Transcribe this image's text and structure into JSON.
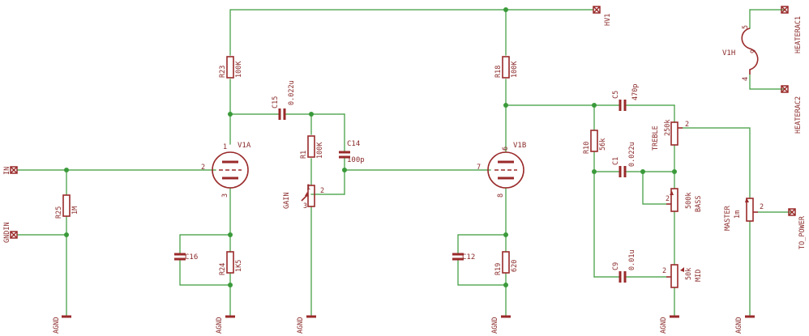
{
  "ports": {
    "in": "IN",
    "gndin": "GNDIN",
    "hv1": "HV1",
    "heaterac1": "HEATERAC1",
    "heaterac2": "HEATERAC2",
    "to_power": "TO_POWER"
  },
  "tubes": {
    "v1a": {
      "name": "V1A",
      "pins": [
        "1",
        "2",
        "3"
      ]
    },
    "v1b": {
      "name": "V1B",
      "pins": [
        "6",
        "7",
        "8"
      ]
    },
    "v1h": {
      "name": "V1H",
      "pins": [
        "5",
        "9",
        "4"
      ]
    }
  },
  "resistors": {
    "r23": {
      "name": "R23",
      "value": "100K"
    },
    "r25": {
      "name": "R25",
      "value": "1M"
    },
    "r1": {
      "name": "R1",
      "value": "100K"
    },
    "r24": {
      "name": "R24",
      "value": "1K5"
    },
    "r18": {
      "name": "R18",
      "value": "100K"
    },
    "r19": {
      "name": "R19",
      "value": "620"
    },
    "r10": {
      "name": "R10",
      "value": "56k"
    }
  },
  "capacitors": {
    "c15": {
      "name": "C15",
      "value": "0.022u"
    },
    "c14": {
      "name": "C14",
      "value": "100p"
    },
    "c16": {
      "name": "C16",
      "value": ""
    },
    "c12": {
      "name": "C12",
      "value": ""
    },
    "c5": {
      "name": "C5",
      "value": "470p"
    },
    "c1": {
      "name": "C1",
      "value": "0.022u"
    },
    "c9": {
      "name": "C9",
      "value": "0.01u"
    }
  },
  "pots": {
    "gain": {
      "name": "GAIN",
      "value": ""
    },
    "treble": {
      "name": "TREBLE",
      "value": "250k"
    },
    "bass": {
      "name": "BASS",
      "value": "500k"
    },
    "mid": {
      "name": "MID",
      "value": "50k"
    },
    "master": {
      "name": "MASTER",
      "value": "1m"
    }
  },
  "pin_numbers": {
    "p1": "1",
    "p2": "2",
    "p3": "3"
  },
  "ground_label": "AGND"
}
